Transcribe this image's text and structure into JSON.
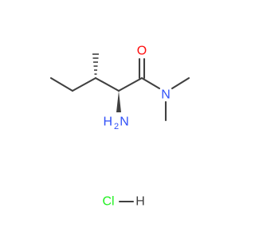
{
  "molecule": {
    "atoms": {
      "oxygen": "O",
      "amide_nitrogen": "N",
      "amine_nitrogen": "N",
      "amine_h": "H",
      "amine_h_count": "2",
      "salt_chlorine": "Cl",
      "salt_hydrogen": "H"
    },
    "colors": {
      "bond": "#404040",
      "oxygen": "#ff0d0d",
      "nitrogen": "#3050f8",
      "chlorine": "#1ff01f",
      "hydrogen": "#404040"
    }
  }
}
